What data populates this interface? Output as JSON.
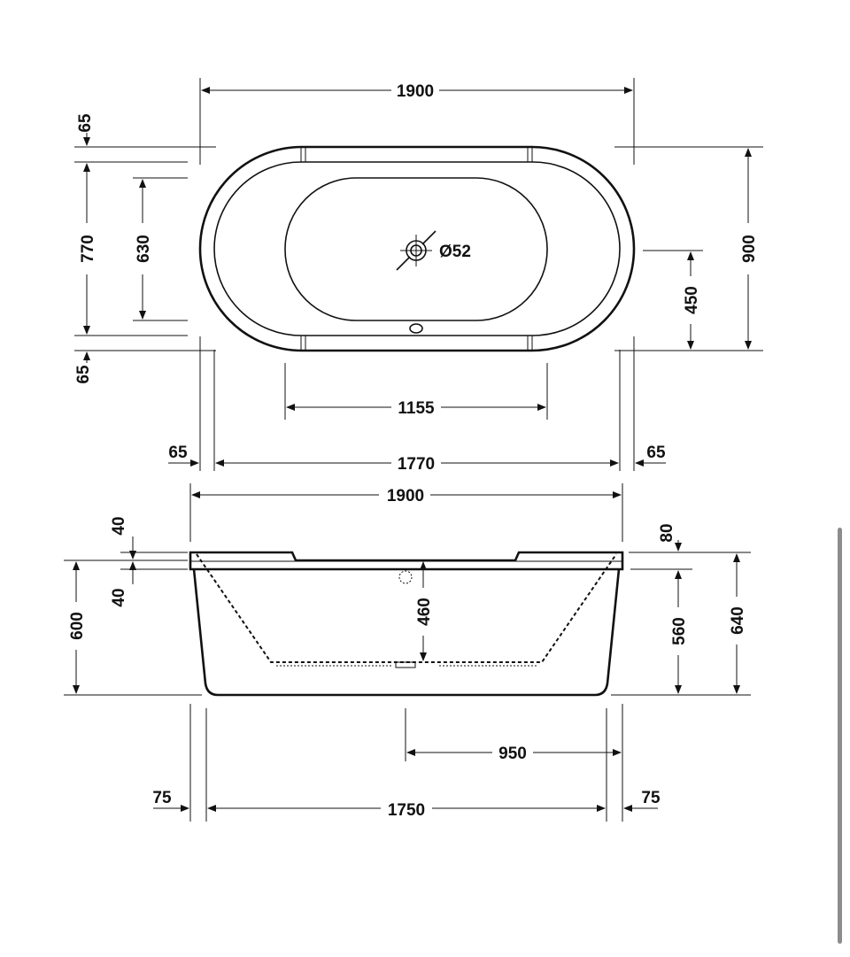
{
  "top_view": {
    "overall_length": "1900",
    "overall_width": "900",
    "rim_top": "65",
    "inner_width": "770",
    "basin_width": "630",
    "rim_bottom": "65",
    "drain_offset": "450",
    "drain_diameter": "Ø52",
    "basin_flat_length": "1155",
    "rim_left": "65",
    "inner_length": "1770",
    "rim_right": "65"
  },
  "side_view": {
    "overall_length": "1900",
    "rim_step_top": "40",
    "rim_step_bottom": "40",
    "body_height": "600",
    "overflow_height": "460",
    "rim_height_right": "80",
    "inner_height": "560",
    "overall_height": "640",
    "drain_distance": "950",
    "foot_left": "75",
    "base_length": "1750",
    "foot_right": "75"
  }
}
